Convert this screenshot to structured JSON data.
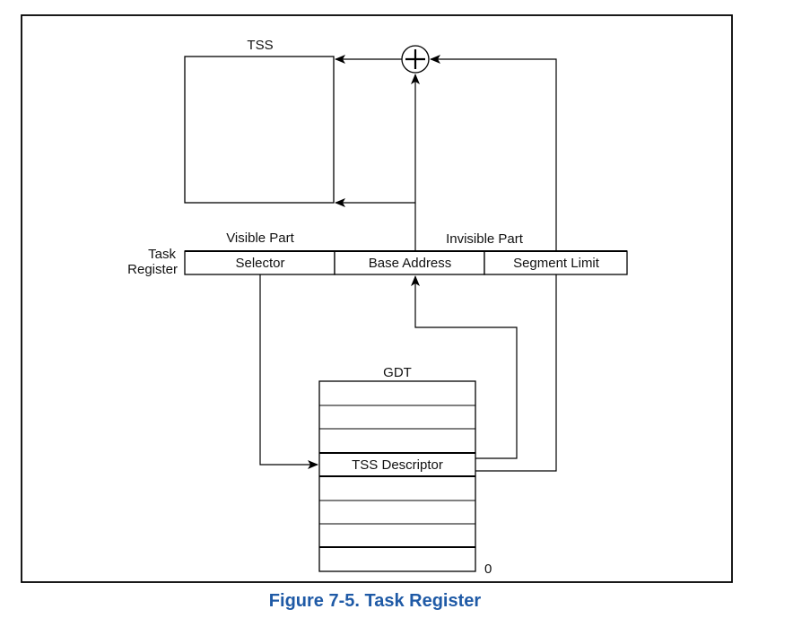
{
  "diagram": {
    "tss_label": "TSS",
    "adder_symbol": "+",
    "visible_part_label": "Visible Part",
    "invisible_part_label": "Invisible Part",
    "task_label": "Task",
    "register_label": "Register",
    "register_fields": [
      "Selector",
      "Base Address",
      "Segment Limit"
    ],
    "gdt_label": "GDT",
    "gdt_descriptor_label": "TSS Descriptor",
    "gdt_zero_label": "0"
  },
  "caption": "Figure 7-5.  Task Register"
}
